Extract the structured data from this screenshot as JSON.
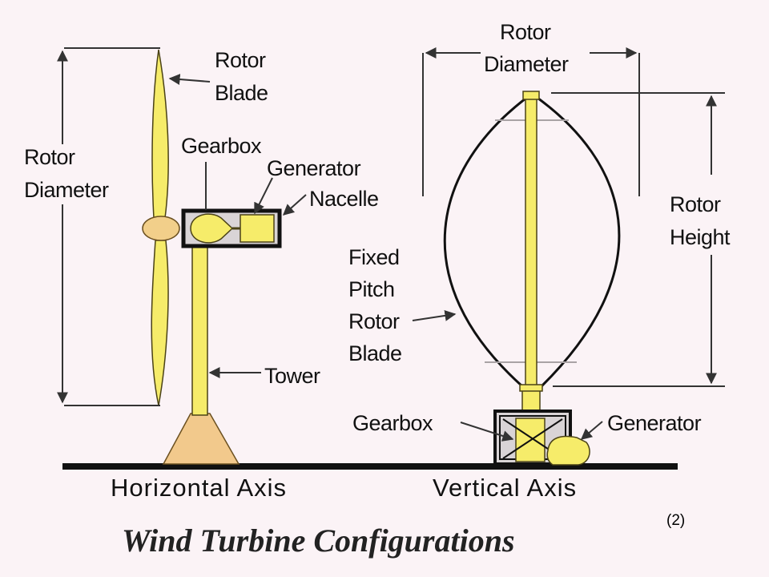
{
  "title": "Wind Turbine Configurations",
  "citation": "(2)",
  "horizontal": {
    "axis_label": "Horizontal Axis",
    "rotor_diameter": [
      "Rotor",
      "Diameter"
    ],
    "rotor_blade": [
      "Rotor",
      "Blade"
    ],
    "gearbox": "Gearbox",
    "generator": "Generator",
    "nacelle": "Nacelle",
    "tower": "Tower"
  },
  "vertical": {
    "axis_label": "Vertical Axis",
    "rotor_diameter": [
      "Rotor",
      "Diameter"
    ],
    "rotor_height": [
      "Rotor",
      "Height"
    ],
    "fixed_pitch_blade": [
      "Fixed",
      "Pitch",
      "Rotor",
      "Blade"
    ],
    "gearbox": "Gearbox",
    "generator": "Generator"
  },
  "colors": {
    "background": "#fbf3f6",
    "component": "#f6ec6a",
    "tower_base": "#f2c98c",
    "hub": "#f2cf8a"
  }
}
